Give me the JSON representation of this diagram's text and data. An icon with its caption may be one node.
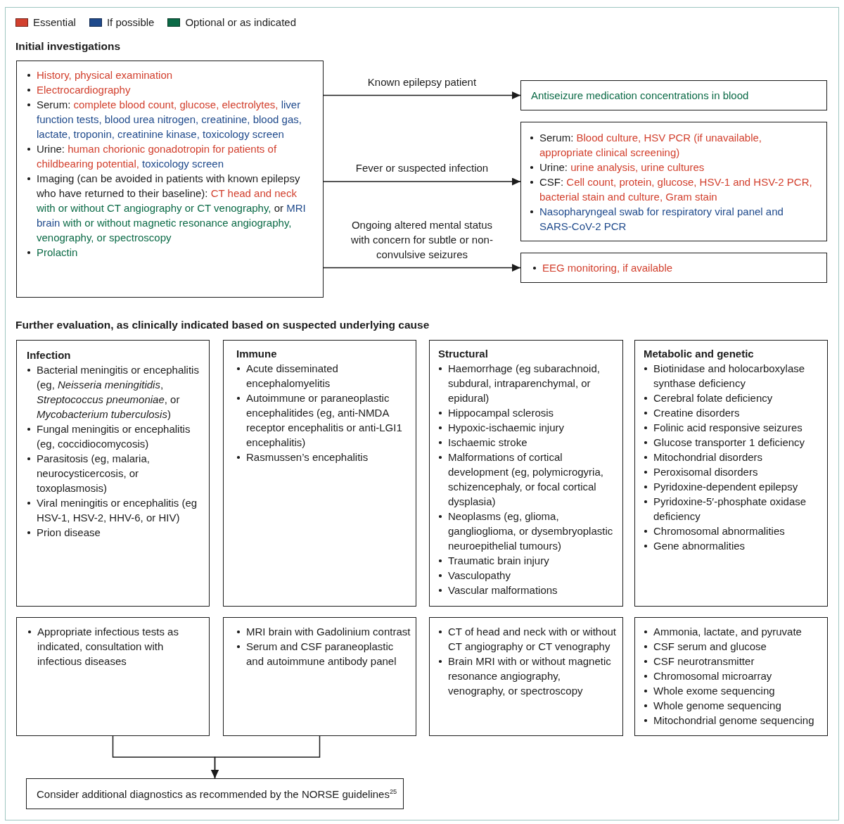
{
  "diagram": {
    "nodes": [
      {
        "text": [
          "History, physical examination",
          "Electrocardiography",
          "Serum: complete blood count, glucose, electrolytes, liver function tests, blood urea nitrogen, creatinine, blood gas, lactate, troponin, creatinine kinase, toxicology screen",
          "Urine: human chorionic gonadotropin for patients of childbearing potential, toxicology screen",
          "Imaging (can be avoided in patients with known epilepsy who have returned to their baseline): CT head and neck with or without CT angiography or CT venography, or MRI brain with or without magnetic resonance angiography, venography, or spectroscopy",
          "Prolactin"
        ]
      },
      {
        "text": [
          "Antiseizure medication concentrations in blood"
        ]
      },
      {
        "text": [
          "Serum: Blood culture, HSV PCR (if unavailable, appropriate clinical screening)",
          "Urine: urine analysis, urine cultures",
          "CSF: Cell count, protein, glucose, HSV-1 and HSV-2 PCR, bacterial stain and culture, Gram stain",
          "Nasopharyngeal swab for respiratory viral panel and SARS-CoV-2 PCR"
        ]
      },
      {
        "text": [
          "EEG monitoring, if available"
        ]
      },
      {
        "text": [
          "Infection",
          "Bacterial meningitis or encephalitis (eg, *Neisseria meningitidis*, *Streptococcus pneumoniae*, or *Mycobacterium tuberculosis*)",
          "Fungal meningitis or encephalitis (eg, coccidiocomycosis)",
          "Parasitosis (eg, malaria, neurocysticercosis, or toxoplasmosis)",
          "Viral meningitis or encephalitis (eg HSV-1, HSV-2, HHV-6, or HIV)",
          "Prion disease"
        ]
      },
      {
        "text": [
          "Immune",
          "Acute disseminated encephalomyelitis",
          "Autoimmune or paraneoplastic encephalitides (eg, anti-NMDA receptor encephalitis or anti-LGI1 encephalitis)",
          "Rasmussen’s encephalitis"
        ]
      },
      {
        "text": [
          "Structural",
          "Haemorrhage (eg subarachnoid, subdural, intraparenchymal, or epidural)",
          "Hippocampal sclerosis",
          "Hypoxic-ischaemic injury",
          "Ischaemic stroke",
          "Malformations of cortical development (eg, polymicrogyria, schizencephaly, or focal cortical dysplasia)",
          "Neoplasms (eg, glioma, ganglioglioma, or dysembryoplastic neuroepithelial tumours)",
          "Traumatic brain injury",
          "Vasculopathy",
          "Vascular malformations"
        ]
      },
      {
        "text": [
          "Metabolic and genetic",
          "Biotinidase and holocarboxylase synthase deficiency",
          "Cerebral folate deficiency",
          "Creatine disorders",
          "Folinic acid responsive seizures",
          "Glucose transporter 1 deficiency",
          "Mitochondrial disorders",
          "Peroxisomal disorders",
          "Pyridoxine-dependent epilepsy",
          "Pyridoxine-5′-phosphate oxidase deficiency",
          "Chromosomal abnormalities",
          "Gene abnormalities"
        ]
      },
      {
        "text": [
          "Appropriate infectious tests as indicated, consultation with infectious diseases"
        ]
      },
      {
        "text": [
          "MRI brain with Gadolinium contrast",
          "Serum and CSF paraneoplastic and autoimmune antibody panel"
        ]
      },
      {
        "text": [
          "CT of head and neck with or without CT angiography or CT venography",
          "Brain MRI with or without magnetic resonance angiography, venography, or spectroscopy"
        ]
      },
      {
        "text": [
          "Ammonia, lactate, and pyruvate",
          "CSF serum and glucose",
          "CSF neurotransmitter",
          "Chromosomal microarray",
          "Whole exome sequencing",
          "Whole genome sequencing",
          "Mitochondrial genome sequencing"
        ]
      },
      {
        "text": [
          "Consider additional diagnostics as recommended by the NORSE guidelines$^{25}$"
        ]
      }
    ],
    "edges": [
      {
        "from": 0,
        "to": 1,
        "arrow": "to",
        "label": "Known epilepsy patient"
      },
      {
        "from": 0,
        "to": 2,
        "arrow": "to",
        "label": "Fever or suspected infection"
      },
      {
        "from": 0,
        "to": 3,
        "arrow": "to",
        "label": "Ongoing altered mental status with concern for subtle or non-convulsive seizures"
      },
      {
        "from": 8,
        "to": 12,
        "arrow": "to"
      },
      {
        "from": 9,
        "to": 12,
        "arrow": "to"
      }
    ],
    "labels": [
      "Initial investigations",
      "Further evaluation, as clinically indicated based on suspected underlying cause"
    ],
    "legend": [
      {
        "text": "Essential",
        "color": "#d2402e"
      },
      {
        "text": "If possible",
        "color": "#1f4a8c"
      },
      {
        "text": "Optional or as indicated",
        "color": "#0b6a46"
      }
    ]
  }
}
